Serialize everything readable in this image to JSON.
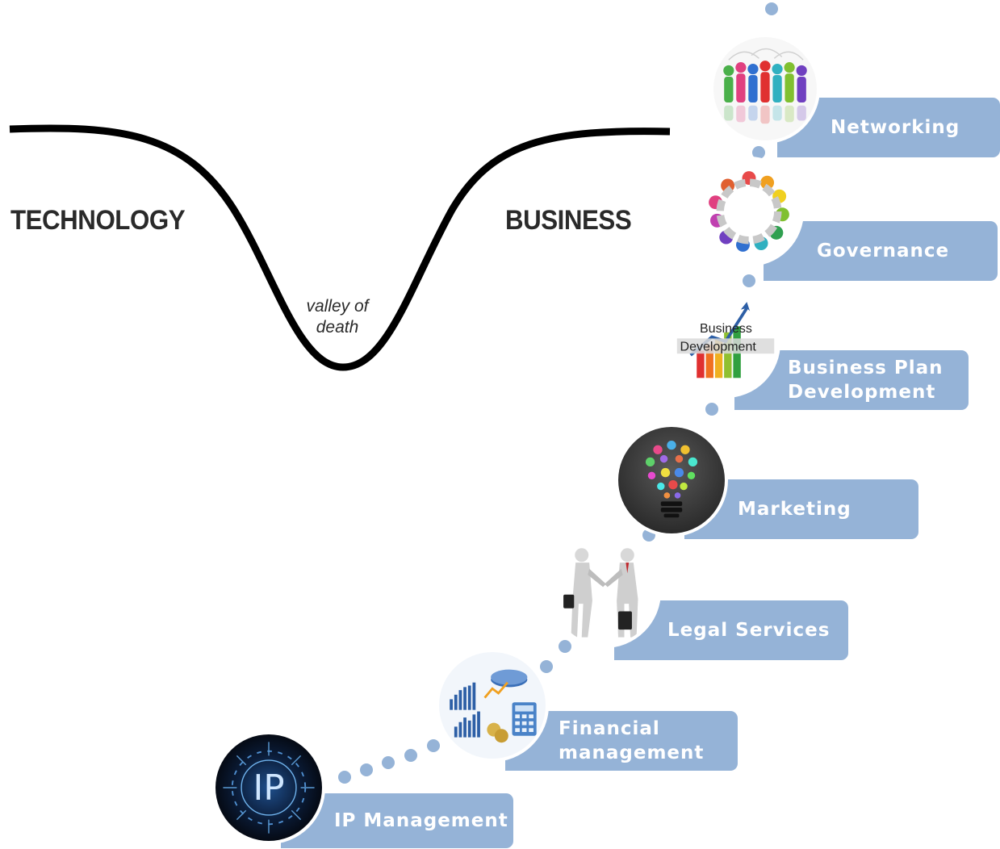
{
  "valley": {
    "left_label": "TECHNOLOGY",
    "right_label": "BUSINESS",
    "valley_label_line1": "valley of",
    "valley_label_line2": "death"
  },
  "colors": {
    "accent": "#95b3d7",
    "curve": "#000000",
    "label_text": "#ffffff"
  },
  "steps": [
    {
      "label": "IP Management",
      "icon": "ip-icon"
    },
    {
      "label_line1": "Financial",
      "label_line2": "management",
      "icon": "financial-charts-icon"
    },
    {
      "label": "Legal Services",
      "icon": "handshake-icon"
    },
    {
      "label": "Marketing",
      "icon": "lightbulb-icon"
    },
    {
      "label_line1": "Business Plan",
      "label_line2": "Development",
      "icon": "business-development-icon",
      "image_text_1": "Business",
      "image_text_2": "Development"
    },
    {
      "label": "Governance",
      "icon": "people-circle-icon"
    },
    {
      "label": "Networking",
      "icon": "people-network-icon"
    }
  ],
  "ip_icon_text": "IP"
}
